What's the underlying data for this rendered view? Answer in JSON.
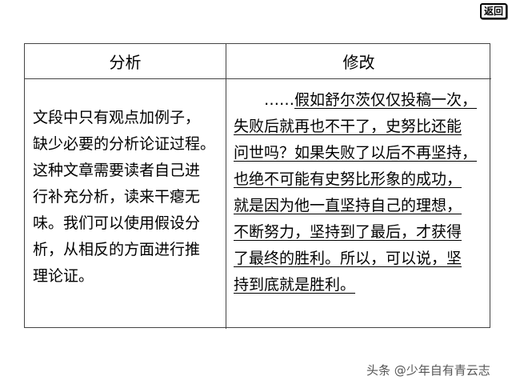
{
  "back_button": {
    "label": "返回"
  },
  "table": {
    "headers": [
      "分析",
      "修改"
    ],
    "analysis_lines": [
      "文段中只有观点加例子，",
      "缺少必要的分析论证过程。",
      "这种文章需要读者自己进",
      "行补充分析，读来干瘪无",
      "味。我们可以使用假设分",
      "析，从相反的方面进行推",
      "理论证。"
    ],
    "revision": {
      "line1_prefix": "……",
      "line1_underlined": "假如舒尔茨仅仅投稿一次，",
      "lines": [
        "失败后就再也不干了，史努比还能",
        "问世吗？如果失败了以后不再坚持，",
        "也绝不可能有史努比形象的成功，",
        "就是因为他一直坚持自己的理想，",
        "不断努力，坚持到了最后，才获得",
        "了最终的胜利。所以，可以说，坚",
        "持到底就是胜利。"
      ]
    }
  },
  "watermark": "头条 @少年自有青云志"
}
